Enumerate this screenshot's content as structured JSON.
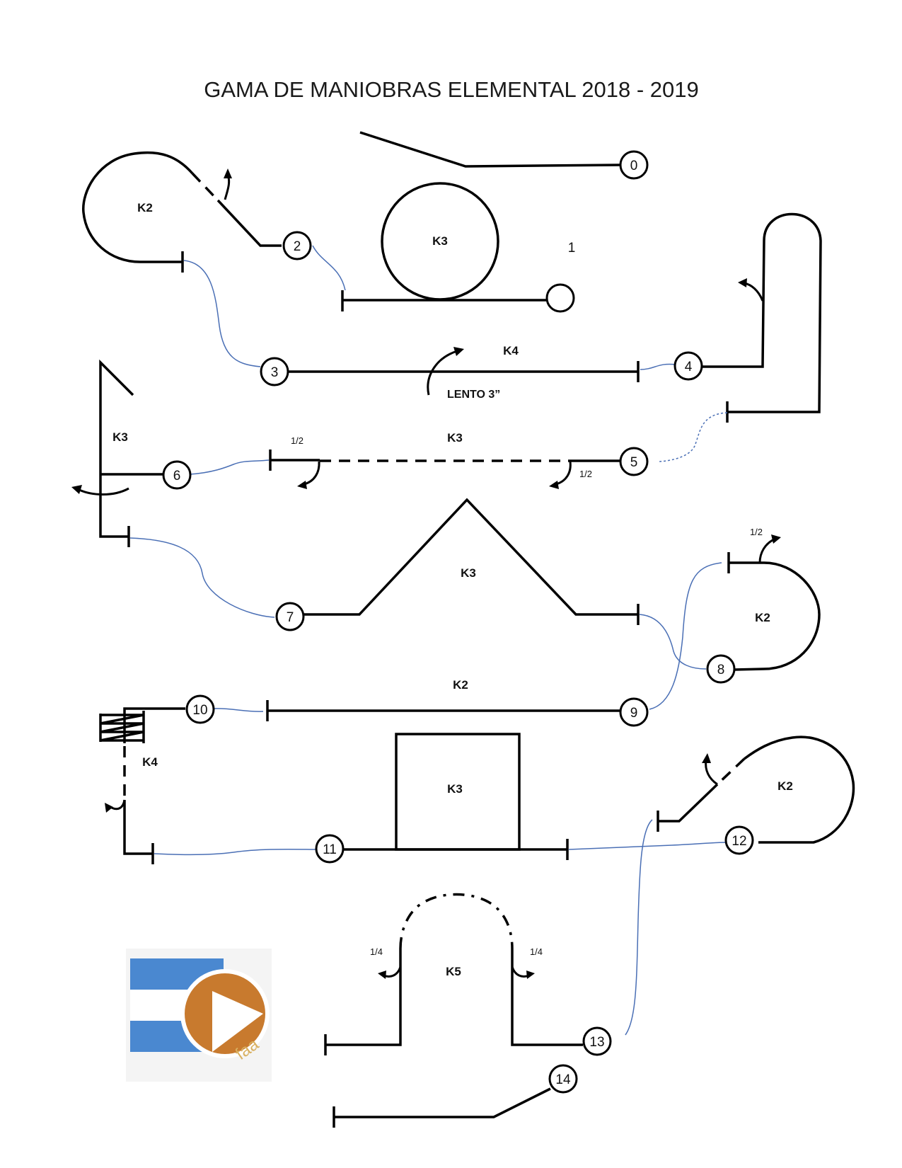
{
  "title": "GAMA DE MANIOBRAS ELEMENTAL 2018 - 2019",
  "nodes": [
    "0",
    "1",
    "2",
    "3",
    "4",
    "5",
    "6",
    "7",
    "8",
    "9",
    "10",
    "11",
    "12",
    "13",
    "14"
  ],
  "figure_labels": {
    "loop_2": "K2",
    "circle_1": "K3",
    "line_3": "K4",
    "line_3_note": "LENTO  3”",
    "tower_6": "K3",
    "line_5": "K3",
    "half_5_left": "1/2",
    "half_5_right": "1/2",
    "triangle_7": "K3",
    "loop_8": "K2",
    "half_8": "1/2",
    "line_9": "K2",
    "zigzag_10": "K4",
    "square_11": "K3",
    "loop_12": "K2",
    "arch_13": "K5",
    "quarter_13_left": "1/4",
    "quarter_13_right": "1/4"
  },
  "logo": {
    "text": "faa",
    "colors": {
      "flag_blue": "#4a88d0",
      "disc_orange": "#c87a2e"
    }
  }
}
